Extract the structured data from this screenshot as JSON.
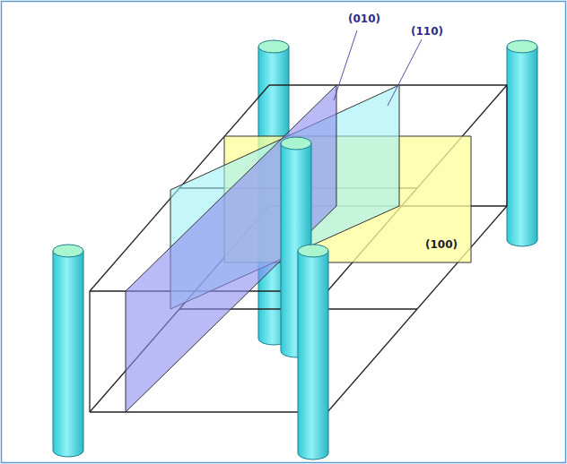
{
  "diagram": {
    "labels": [
      "(010)",
      "(110)",
      "(100)"
    ]
  }
}
